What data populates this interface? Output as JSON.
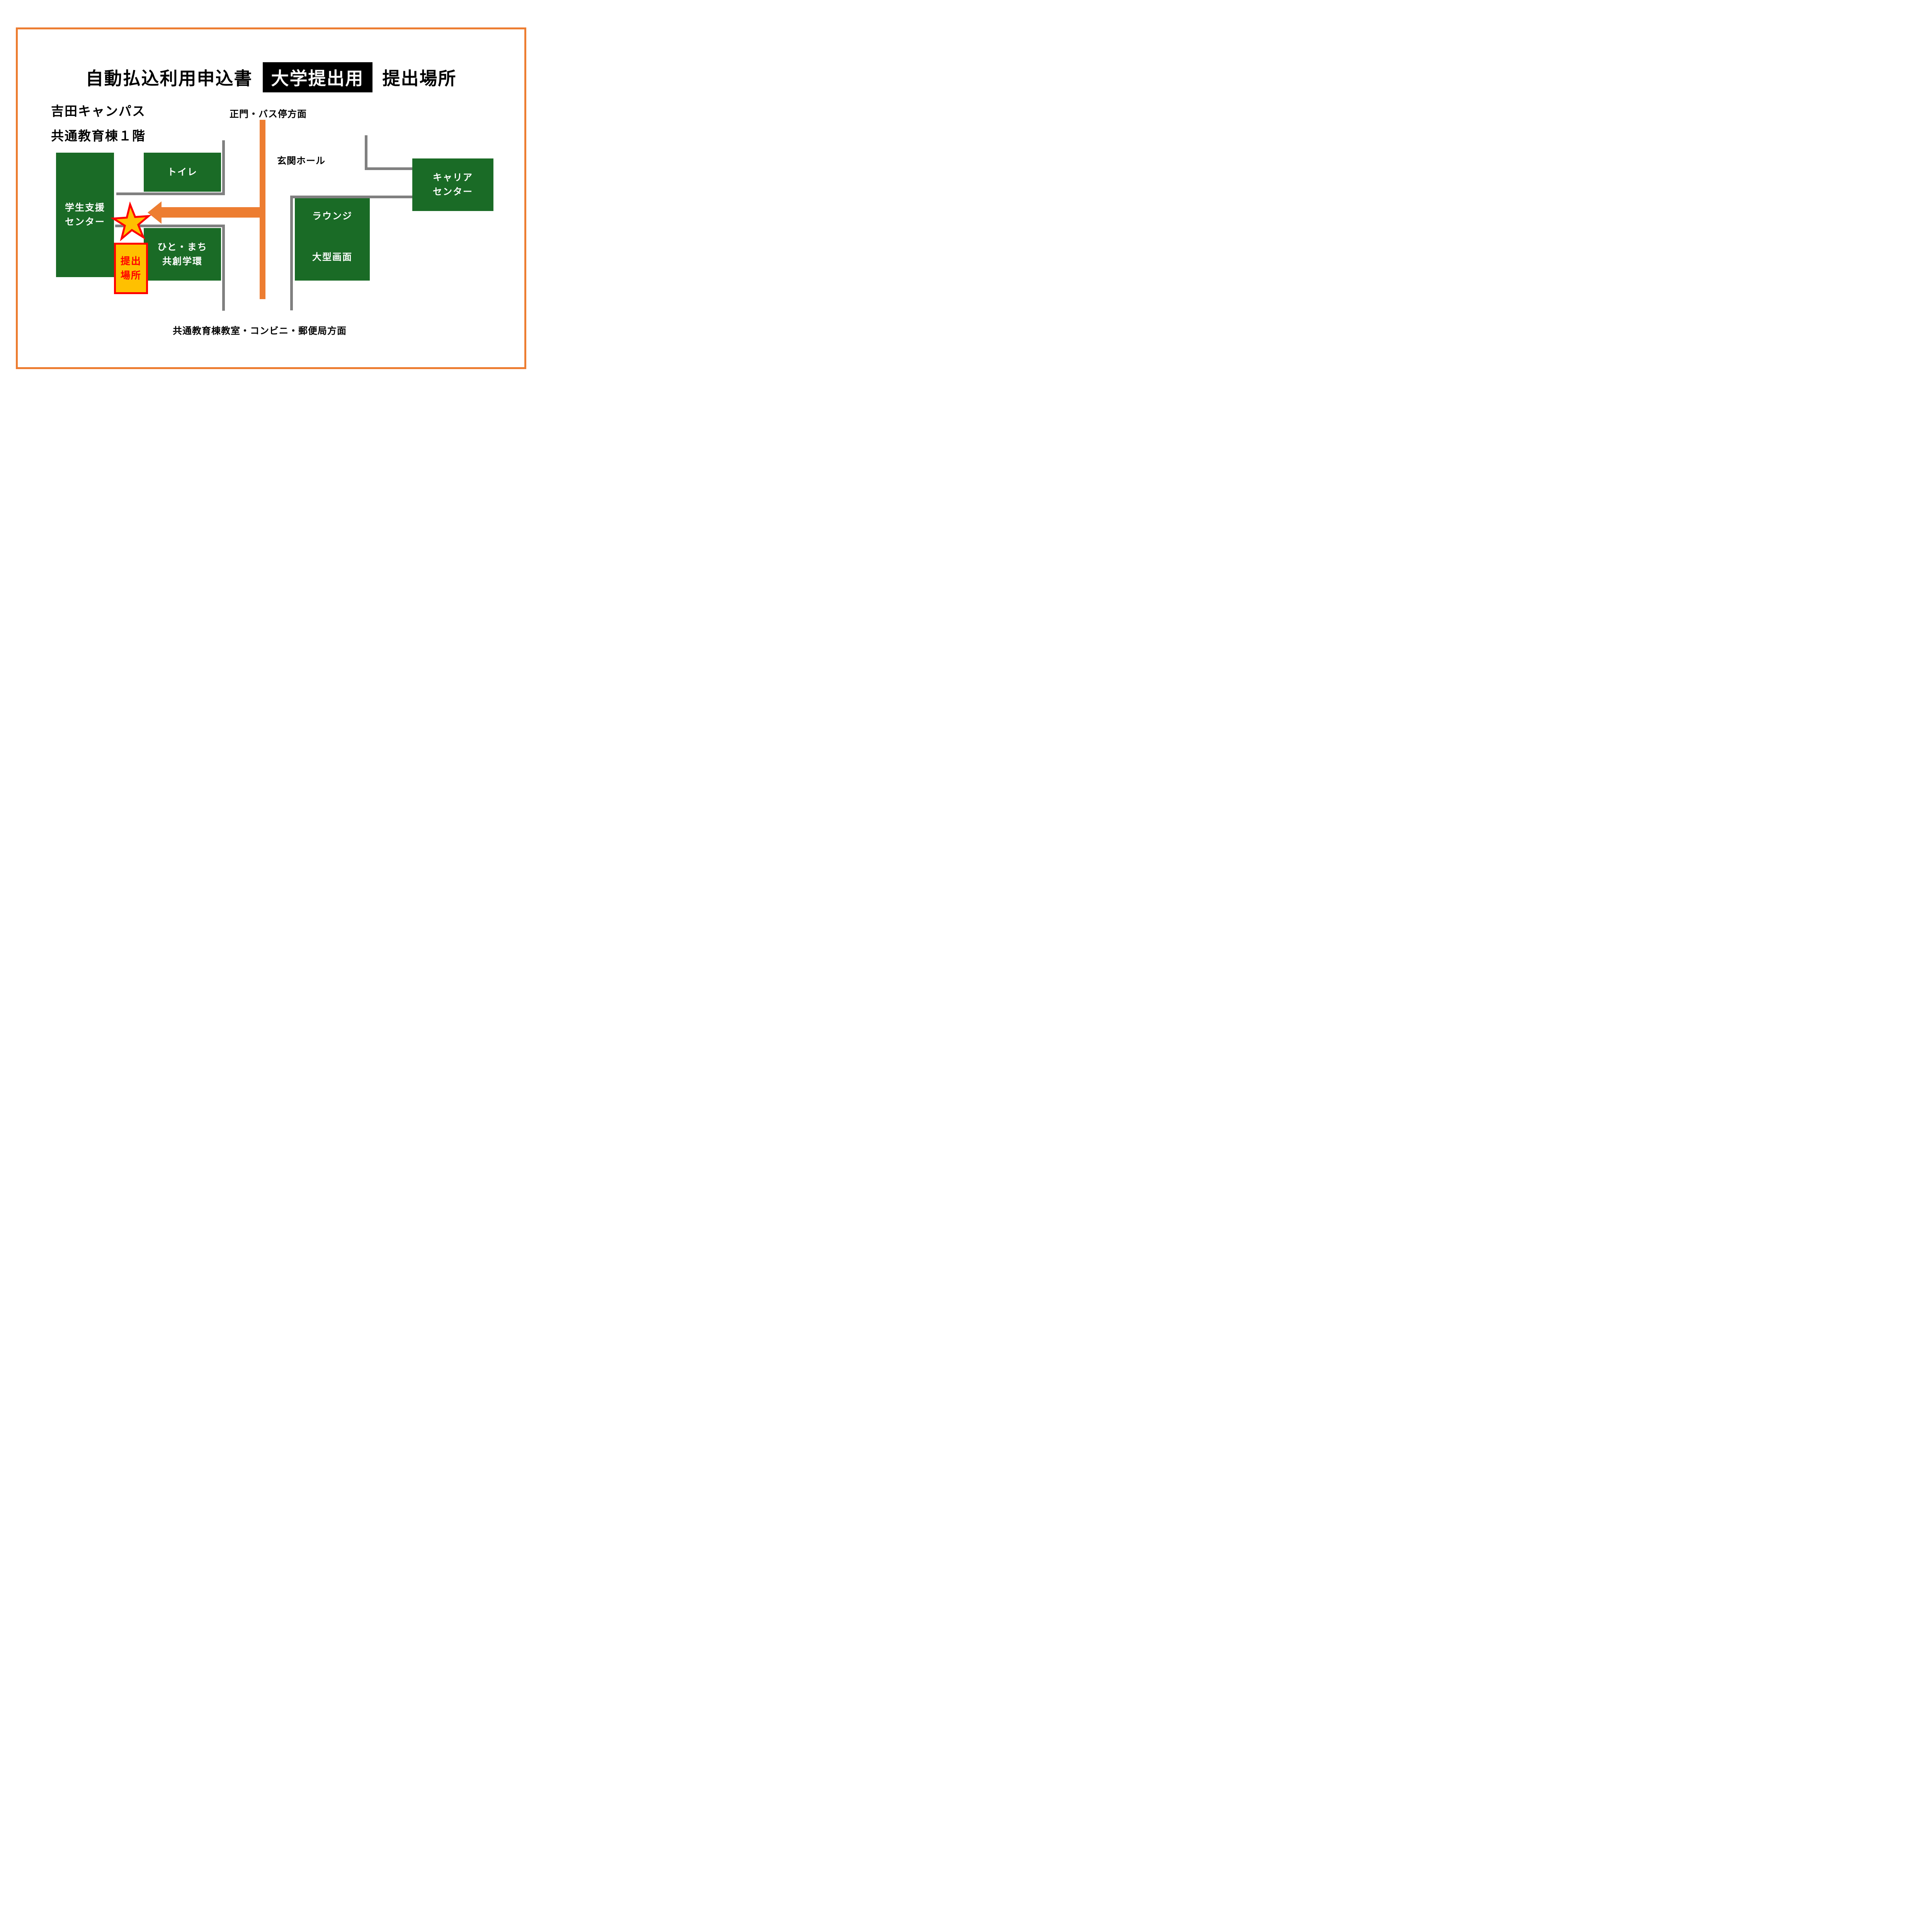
{
  "title": {
    "prefix": "自動払込利用申込書",
    "badge": "大学提出用",
    "suffix": "提出場所"
  },
  "campus": {
    "line1": "吉田キャンパス",
    "line2": "共通教育棟１階"
  },
  "labels": {
    "gate_direction": "正門・バス停方面",
    "entrance_hall": "玄関ホール",
    "bottom_direction": "共通教育棟教室・コンビニ・郵便局方面"
  },
  "rooms": {
    "student_support": {
      "line1": "学生支援",
      "line2": "センター"
    },
    "toilet": {
      "line1": "トイレ"
    },
    "hitomachi": {
      "line1": "ひと・まち",
      "line2": "共創学環"
    },
    "lounge": {
      "line1": "ラウンジ",
      "line2": "大型画面"
    },
    "career": {
      "line1": "キャリア",
      "line2": "センター"
    }
  },
  "marker": {
    "line1": "提出",
    "line2": "場所"
  },
  "colors": {
    "accent_orange": "#ED7D31",
    "room_green": "#1A6B26",
    "wall_gray": "#808080",
    "marker_gold": "#FFC000",
    "marker_red": "#FF0000",
    "badge_bg": "#000000"
  }
}
